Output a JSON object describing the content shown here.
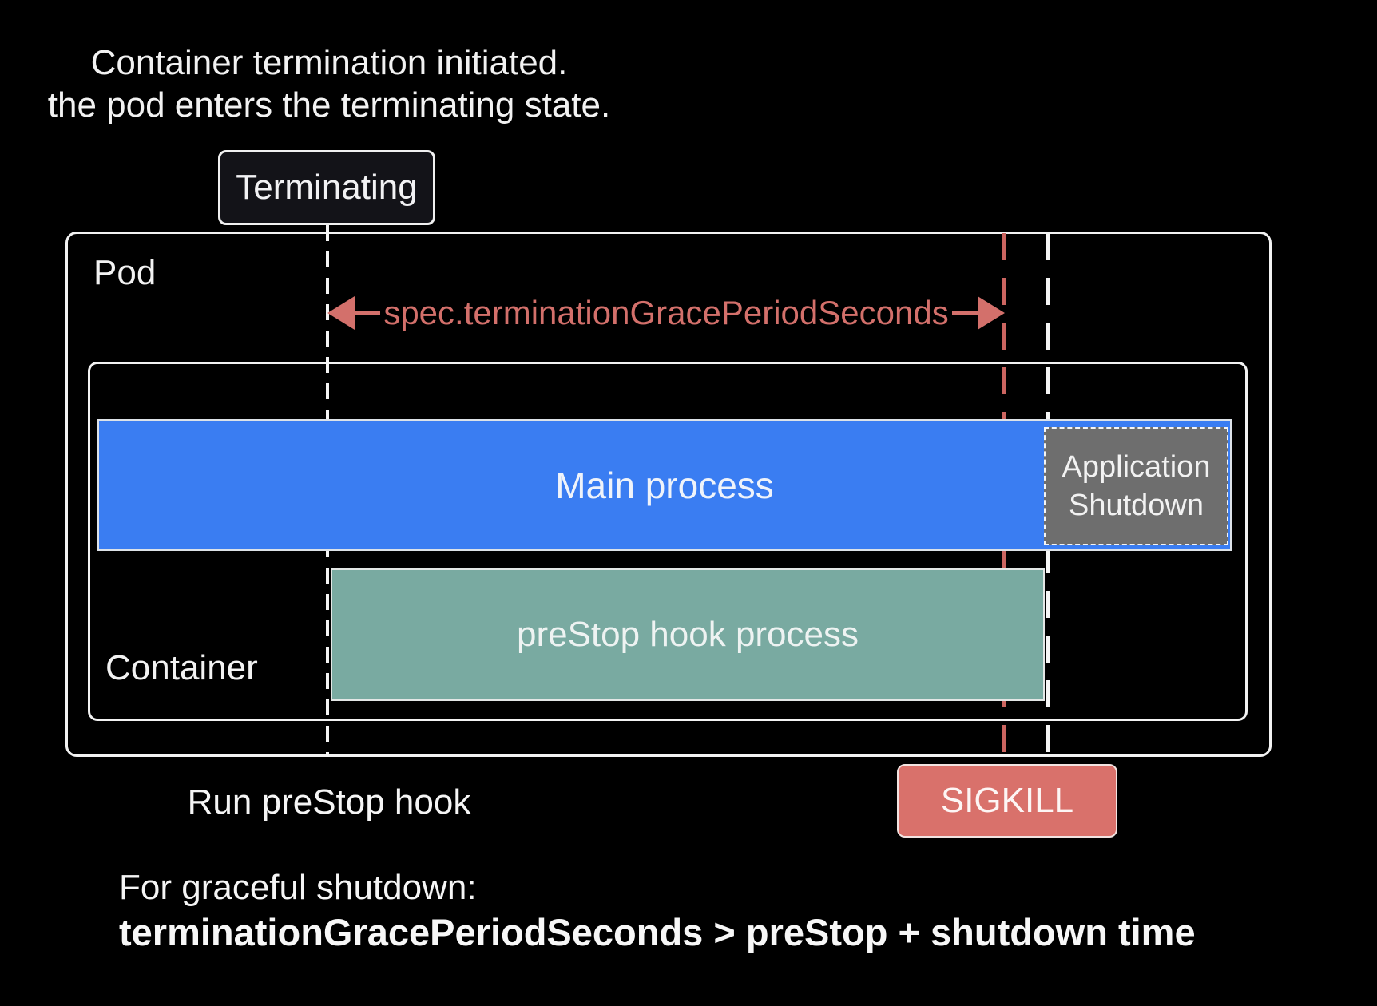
{
  "heading": {
    "line1": "Container termination initiated.",
    "line2": "the pod enters the terminating state."
  },
  "badge": {
    "label": "Terminating"
  },
  "pod": {
    "label": "Pod"
  },
  "container": {
    "label": "Container"
  },
  "bars": {
    "main": "Main process",
    "prestop": "preStop hook process",
    "app_line1": "Application",
    "app_line2": "Shutdown"
  },
  "annotation": {
    "text": "spec.terminationGracePeriodSeconds"
  },
  "labels": {
    "run_prestop": "Run preStop hook",
    "sigkill": "SIGKILL"
  },
  "footer": {
    "line1": "For graceful shutdown:",
    "line2": "terminationGracePeriodSeconds > preStop + shutdown time"
  },
  "colors": {
    "accent_red": "#d3706b",
    "red_dash": "#cc6560",
    "sigkill_bg": "#d9716b",
    "blue": "#3a7df2",
    "green": "#79aaa1",
    "gray": "#6e6e6e",
    "badge_bg": "#131318",
    "outline_white": "#f2f2f2",
    "background": "#000000"
  }
}
